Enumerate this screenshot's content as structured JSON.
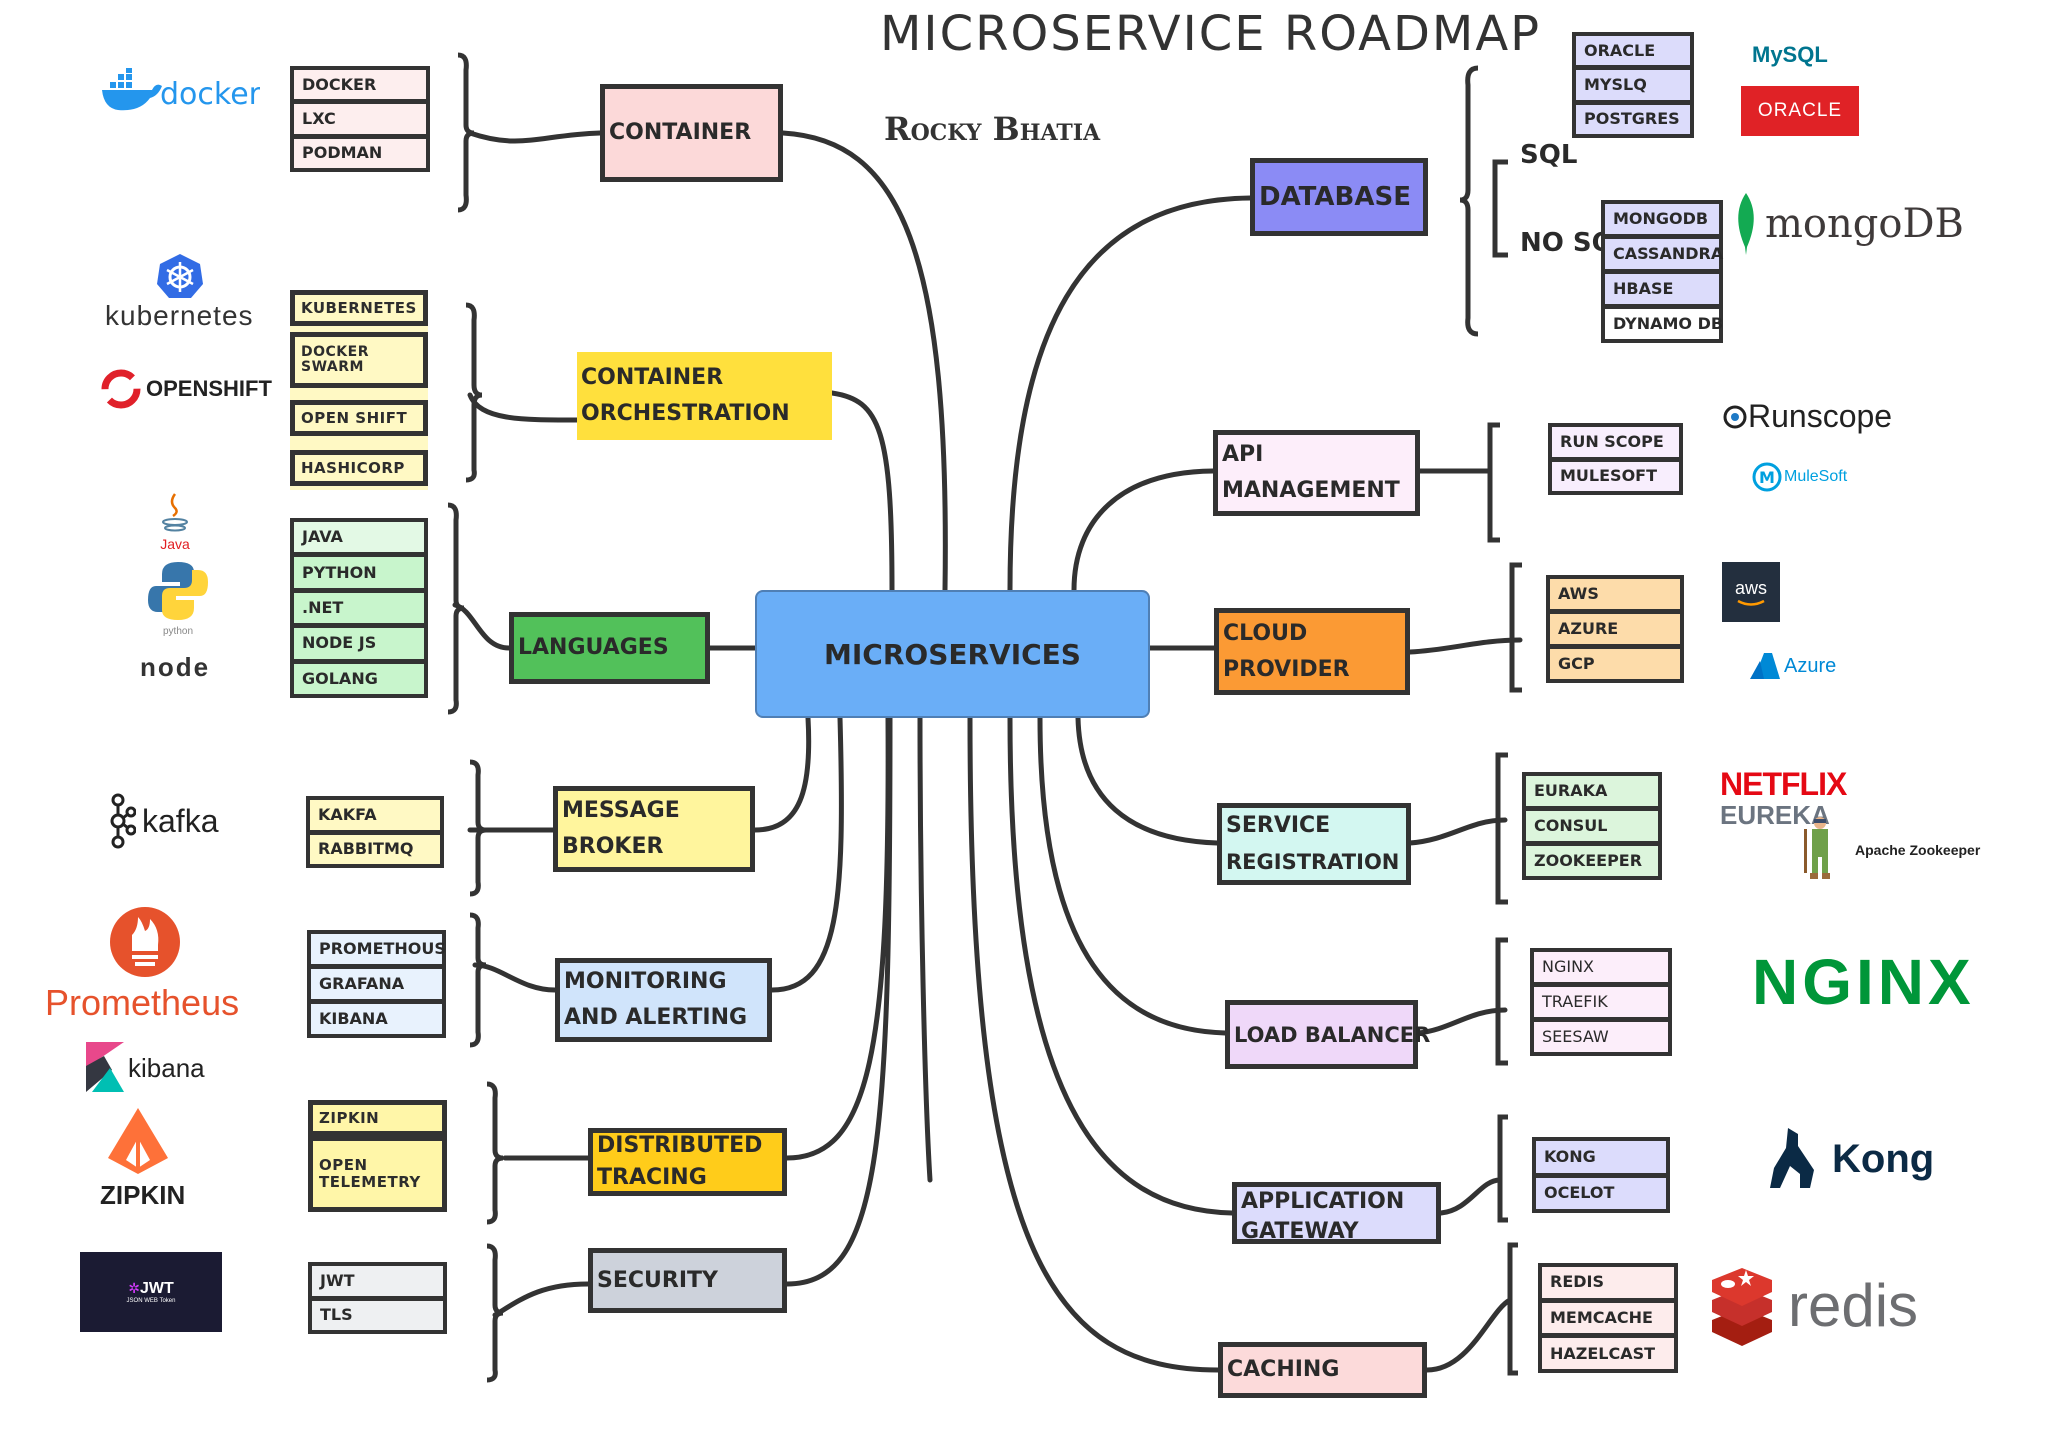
{
  "title": "MICROSERVICE ROADMAP",
  "author": "Rocky Bhatia",
  "center": {
    "label": "MICROSERVICES",
    "color": "#6aaef7"
  },
  "left_branches": [
    {
      "id": "container",
      "label": [
        "CONTAINER"
      ],
      "color": "#fcd9d9",
      "items": [
        "DOCKER",
        "LXC",
        "PODMAN"
      ],
      "item_color": "#fdeeee",
      "logos": [
        "docker"
      ]
    },
    {
      "id": "orchestration",
      "label": [
        "CONTAINER",
        "ORCHESTRATION"
      ],
      "color": "#ffe03d",
      "items": [
        "KUBERNETES",
        "DOCKER SWARM",
        "OPEN SHIFT",
        "HASHICORP"
      ],
      "item_color": "#fff9c4",
      "logos": [
        "kubernetes",
        "OPENSHIFT"
      ]
    },
    {
      "id": "languages",
      "label": [
        "LANGUAGES"
      ],
      "color": "#52c15a",
      "items": [
        "JAVA",
        "PYTHON",
        ".NET",
        "NODE JS",
        "GOLANG"
      ],
      "item_color": "#c8f5cc",
      "logos": [
        "Java",
        "python",
        "node"
      ]
    },
    {
      "id": "message-broker",
      "label": [
        "MESSAGE",
        "BROKER"
      ],
      "color": "#fff59d",
      "items": [
        "KAKFA",
        "RABBITMQ"
      ],
      "item_color": "#fff9c4",
      "logos": [
        "kafka"
      ]
    },
    {
      "id": "monitoring",
      "label": [
        "MONITORING",
        "AND ALERTING"
      ],
      "color": "#d0e4fb",
      "items": [
        "PROMETHOUS",
        "GRAFANA",
        "KIBANA"
      ],
      "item_color": "#e8f2fd",
      "logos": [
        "Prometheus",
        "kibana"
      ]
    },
    {
      "id": "tracing",
      "label": [
        "DISTRIBUTED",
        "TRACING"
      ],
      "color": "#ffcc1a",
      "items": [
        "ZIPKIN",
        "OPEN TELEMETRY"
      ],
      "item_color": "#fff6a8",
      "logos": [
        "ZIPKIN"
      ]
    },
    {
      "id": "security",
      "label": [
        "SECURITY"
      ],
      "color": "#cdd2db",
      "items": [
        "JWT",
        "TLS"
      ],
      "item_color": "#eef0f2",
      "logos": [
        "JWT",
        "JSON WEB Token"
      ]
    }
  ],
  "right_branches": [
    {
      "id": "database",
      "label": [
        "DATABASE"
      ],
      "color": "#8b8bf5",
      "sql_label": "SQL",
      "nosql_label": "NO SQL",
      "sql_items": [
        "ORACLE",
        "MYSLQ",
        "POSTGRES"
      ],
      "nosql_items": [
        "MONGODB",
        "CASSANDRA",
        "HBASE",
        "DYNAMO DB"
      ],
      "item_color": "#dcdcfb",
      "logos": [
        "MySQL",
        "ORACLE",
        "mongoDB"
      ]
    },
    {
      "id": "api-management",
      "label": [
        "API",
        "MANAGEMENT"
      ],
      "color": "#fdeefa",
      "items": [
        "RUN SCOPE",
        "MULESOFT"
      ],
      "item_color": "#f8eefd",
      "logos": [
        "Runscope",
        "MuleSoft"
      ]
    },
    {
      "id": "cloud-provider",
      "label": [
        "CLOUD",
        "PROVIDER"
      ],
      "color": "#fb9a34",
      "items": [
        "AWS",
        "AZURE",
        "GCP"
      ],
      "item_color": "#fddcaa",
      "logos": [
        "aws",
        "Azure"
      ]
    },
    {
      "id": "service-registration",
      "label": [
        "SERVICE",
        "REGISTRATION"
      ],
      "color": "#d3f7f1",
      "items": [
        "EURAKA",
        "CONSUL",
        "ZOOKEEPER"
      ],
      "item_color": "#dcf5dc",
      "logos": [
        "NETFLIX",
        "EUREKA",
        "Apache Zookeeper"
      ]
    },
    {
      "id": "load-balancer",
      "label": [
        "LOAD BALANCER"
      ],
      "color": "#efd8f9",
      "items": [
        "NGINX",
        "TRAEFIK",
        "SEESAW"
      ],
      "item_color": "#fceefa",
      "logos": [
        "NGINX"
      ]
    },
    {
      "id": "app-gateway",
      "label": [
        "APPLICATION",
        "GATEWAY"
      ],
      "color": "#dcdcfc",
      "items": [
        "KONG",
        "OCELOT"
      ],
      "item_color": "#dcdcfc",
      "logos": [
        "Kong"
      ]
    },
    {
      "id": "caching",
      "label": [
        "CACHING"
      ],
      "color": "#fcdada",
      "items": [
        "REDIS",
        "MEMCACHE",
        "HAZELCAST"
      ],
      "item_color": "#fdecec",
      "logos": [
        "redis"
      ]
    }
  ]
}
